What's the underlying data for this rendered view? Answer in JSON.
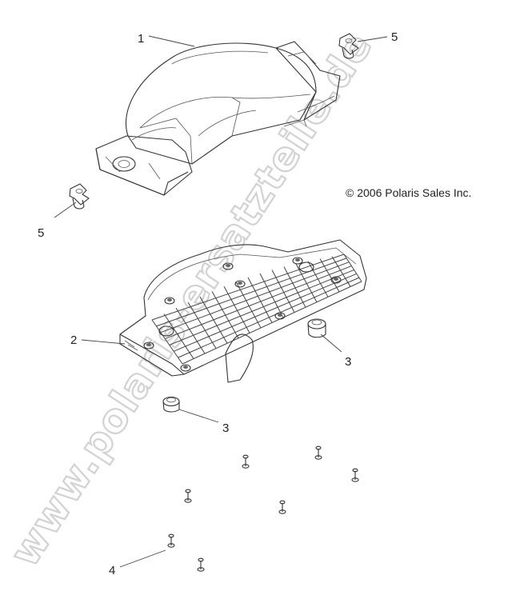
{
  "watermark": "www.polaris-ersatzteile.de",
  "copyright": "© 2006 Polaris Sales Inc.",
  "callouts": [
    {
      "label": "1"
    },
    {
      "label": "2"
    },
    {
      "label": "3"
    },
    {
      "label": "3"
    },
    {
      "label": "4"
    },
    {
      "label": "5"
    },
    {
      "label": "5"
    }
  ]
}
